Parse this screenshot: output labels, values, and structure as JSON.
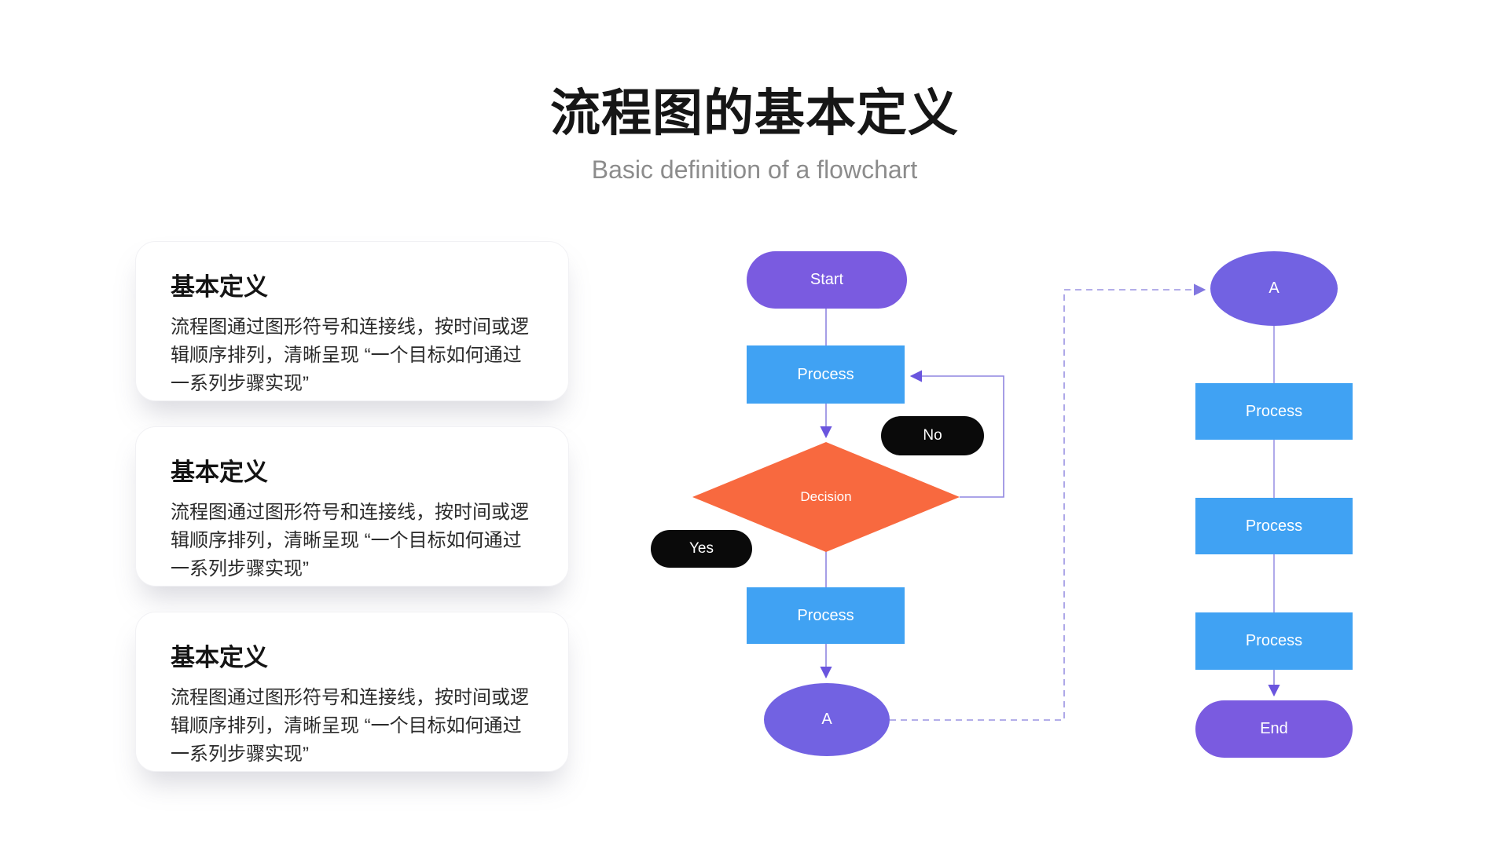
{
  "header": {
    "title": "流程图的基本定义",
    "subtitle": "Basic definition of a flowchart"
  },
  "cards": [
    {
      "heading": "基本定义",
      "body": "流程图通过图形符号和连接线，按时间或逻辑顺序排列，清晰呈现 “一个目标如何通过一系列步骤实现”"
    },
    {
      "heading": "基本定义",
      "body": "流程图通过图形符号和连接线，按时间或逻辑顺序排列，清晰呈现 “一个目标如何通过一系列步骤实现”"
    },
    {
      "heading": "基本定义",
      "body": "流程图通过图形符号和连接线，按时间或逻辑顺序排列，清晰呈现 “一个目标如何通过一系列步骤实现”"
    }
  ],
  "flowchart": {
    "main_branch": {
      "start": "Start",
      "process_top": "Process",
      "decision": "Decision",
      "label_no": "No",
      "label_yes": "Yes",
      "process_bottom": "Process",
      "connector_a": "A"
    },
    "sub_branch": {
      "connector_a": "A",
      "process_1": "Process",
      "process_2": "Process",
      "process_3": "Process",
      "end": "End"
    }
  },
  "colors": {
    "title_color": "#161616",
    "subtitle_color": "#8c8c8c",
    "purple_pill": "#7a5be0",
    "purple_ellipse": "#7262e2",
    "process_blue": "#40a2f3",
    "decision_orange": "#f8693f",
    "badge_black": "#0a0a0a",
    "connector_line": "#8f85e0",
    "connector_arrow": "#6a55de",
    "dashed_line": "#9a93e2"
  }
}
